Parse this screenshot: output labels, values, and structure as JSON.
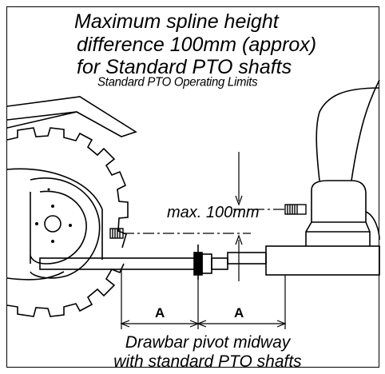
{
  "title": {
    "line1": "Maximum spline height",
    "line2": "difference 100mm (approx)",
    "line3": "for Standard PTO shafts",
    "subtitle": "Standard PTO Operating Limits"
  },
  "measurement_label": "max. 100mm",
  "dimension_labels": {
    "left": "A",
    "right": "A"
  },
  "caption": {
    "line1": "Drawbar pivot midway",
    "line2": "with standard PTO shafts"
  }
}
